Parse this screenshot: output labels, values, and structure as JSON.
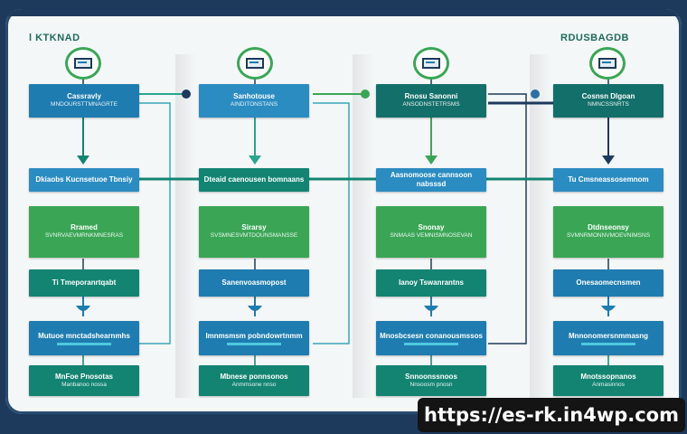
{
  "titles": {
    "left": "l KTKNAD",
    "right": "RDUSBAGDB"
  },
  "columns": [
    {
      "header": {
        "title": "Cassravly",
        "sub": "MNDOURSTTMNAGRTE"
      },
      "step": "Dkiaobs Kucnsetuoe Tbnsiy",
      "card": {
        "title": "Rramed",
        "sub": "SVNRVAEVMRNKMNESRAS"
      },
      "badge": "Ti Tmeporanrtqabt",
      "check": "Mutuoe mnctadshearnmhs",
      "foot": {
        "title": "MnFoe Pnosotas",
        "sub": "Manbanoo nossa"
      }
    },
    {
      "header": {
        "title": "Sanhotouse",
        "sub": "AINDITONSTANS"
      },
      "step": "Dteaid caenousen bomnaans",
      "card": {
        "title": "Sirarsy",
        "sub": "SVSMNESVMTDOUNSMANSSE"
      },
      "badge": "Sanenvoasmopost",
      "check": "Imnmsmsm pobndowrtnmm",
      "foot": {
        "title": "Mbnese ponnsonos",
        "sub": "Anmmsone nnso"
      }
    },
    {
      "header": {
        "title": "Rnosu Sanonni",
        "sub": "ANSODNSTETRSMS"
      },
      "step": "Aasnomoose cannsoon nabsssd",
      "card": {
        "title": "Snonay",
        "sub": "SNMAAS VEMNISMNOSEVAN"
      },
      "badge": "Ianoy Tswanrantns",
      "check": "Mnosbcsesn conanousmssos",
      "foot": {
        "title": "Snnoonssnoos",
        "sub": "Nnsoosm pnosn"
      }
    },
    {
      "header": {
        "title": "Cosnsn Dlgoan",
        "sub": "NMNCSSNRTS"
      },
      "step": "Tu Cmsneassosemnom",
      "card": {
        "title": "Dtdnseonsy",
        "sub": "SVMNRMONNVMOEVNIMSNS"
      },
      "badge": "Onesaomecnsmen",
      "check": "Mnnonomersnmmasng",
      "foot": {
        "title": "Mnotssopnanos",
        "sub": "Anmasinnos"
      }
    }
  ],
  "watermark": "https://es-rk.in4wp.com",
  "colors": {
    "frame": "#1d3a5c",
    "blue": "#1e7cb0",
    "teal": "#138472",
    "green": "#3aa655"
  }
}
